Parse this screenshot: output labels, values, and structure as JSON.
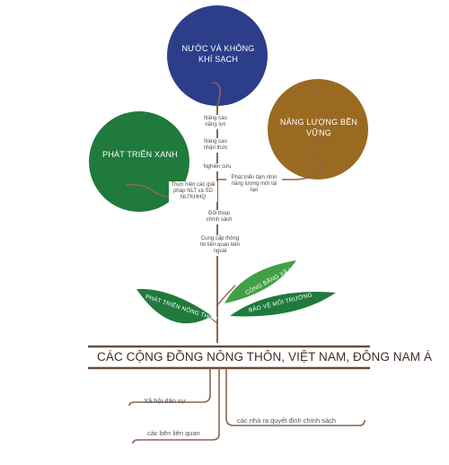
{
  "circles": {
    "water_air": {
      "label": "NƯỚC VÀ KHÔNG KHÍ SẠCH",
      "color": "#2c3d8a"
    },
    "energy": {
      "label": "NĂNG LƯỢNG BỀN VỮNG",
      "color": "#9a6a22"
    },
    "green": {
      "label": "PHÁT TRIỂN XANH",
      "color": "#1f7a3c"
    }
  },
  "stem_labels": [
    "Nâng cao năng lực",
    "Nâng cao nhận thức",
    "Nghiên cứu",
    "Phát triển tầm nhìn năng lượng mới tái tạo",
    "Thực hiện các giải pháp NLT và SD NLTKHHQ",
    "Đối thoại chính sách",
    "Cung cấp thông tin liên quan bên ngoài"
  ],
  "leaves": {
    "rural": "PHÁT TRIỂN NÔNG THÔN",
    "social": "CÔNG BẰNG XÃ HỘI",
    "environment": "BẢO VỆ MÔI TRƯỜNG"
  },
  "ground_title": "CÁC CỘNG ĐỒNG NÔNG THÔN, VIỆT NAM, ĐÔNG NAM Á",
  "roots": {
    "civil_society": "Xã hội dân sự",
    "stakeholders": "các bên liên quan",
    "policy_makers": "các nhà ra quyết định chính sách"
  },
  "colors": {
    "stem": "#8a6650",
    "leaf_dark": "#1f7a3c",
    "leaf_light": "#43a047",
    "ground": "#6b4c3a"
  }
}
